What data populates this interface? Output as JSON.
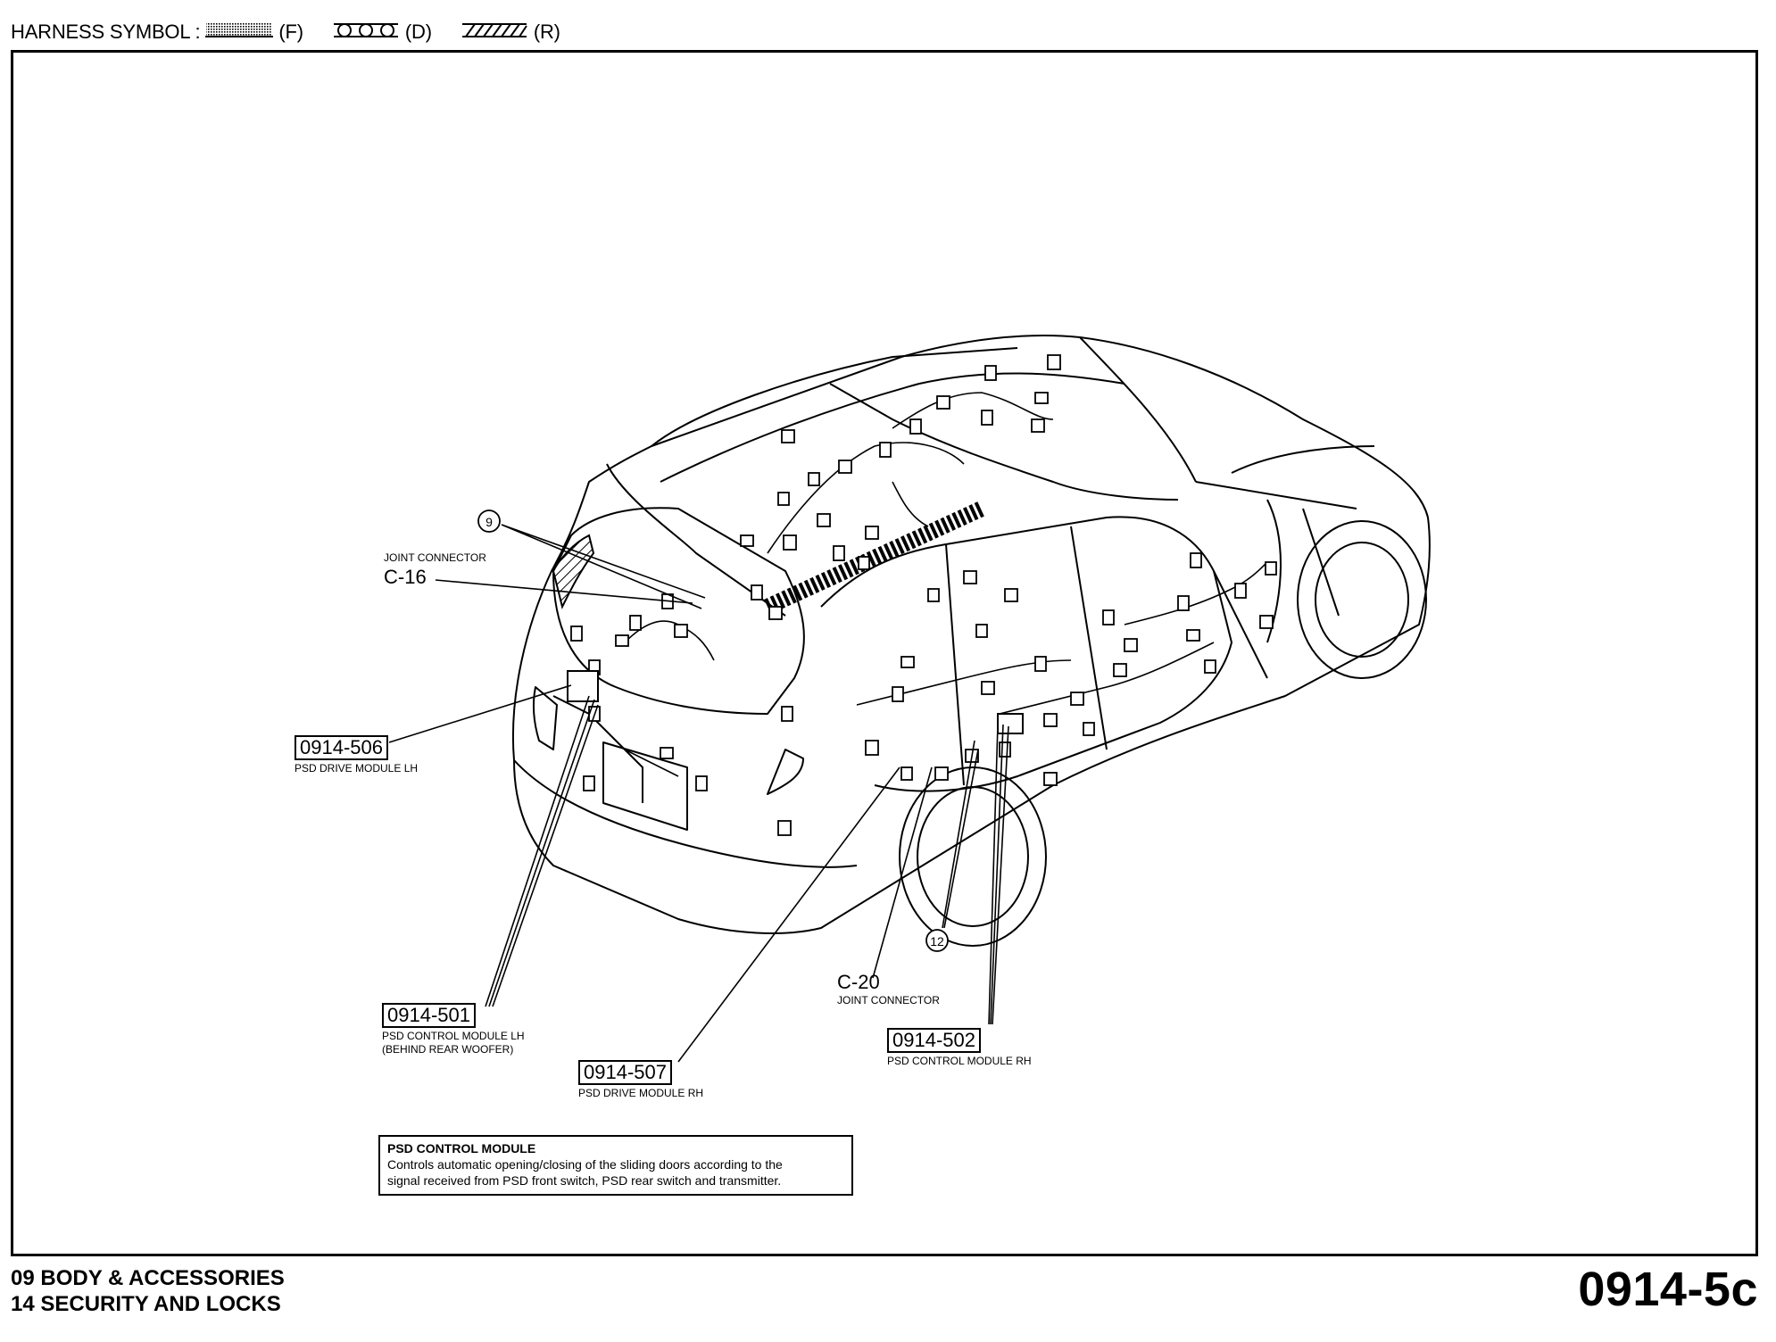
{
  "header": {
    "harness_label": "HARNESS SYMBOL :",
    "symbols": [
      {
        "code": "(F)",
        "pattern": "dotted"
      },
      {
        "code": "(D)",
        "pattern": "circles"
      },
      {
        "code": "(R)",
        "pattern": "hatched"
      }
    ]
  },
  "callouts": {
    "joint_c16": {
      "name": "JOINT CONNECTOR",
      "code": "C-16"
    },
    "m506": {
      "code": "0914-506",
      "desc": "PSD DRIVE MODULE LH"
    },
    "m501": {
      "code": "0914-501",
      "desc": "PSD CONTROL MODULE LH",
      "desc2": "(BEHIND REAR WOOFER)"
    },
    "m507": {
      "code": "0914-507",
      "desc": "PSD DRIVE MODULE RH"
    },
    "joint_c20": {
      "code": "C-20",
      "name": "JOINT CONNECTOR"
    },
    "m502": {
      "code": "0914-502",
      "desc": "PSD CONTROL MODULE RH"
    },
    "ground9": "9",
    "ground12": "12"
  },
  "note": {
    "title": "PSD CONTROL MODULE",
    "line1": "Controls automatic opening/closing of the sliding doors according to the",
    "line2": "signal received from PSD front switch, PSD rear switch and transmitter."
  },
  "footer": {
    "line1": "09  BODY & ACCESSORIES",
    "line2": "14  SECURITY AND LOCKS",
    "page": "0914-5c"
  }
}
